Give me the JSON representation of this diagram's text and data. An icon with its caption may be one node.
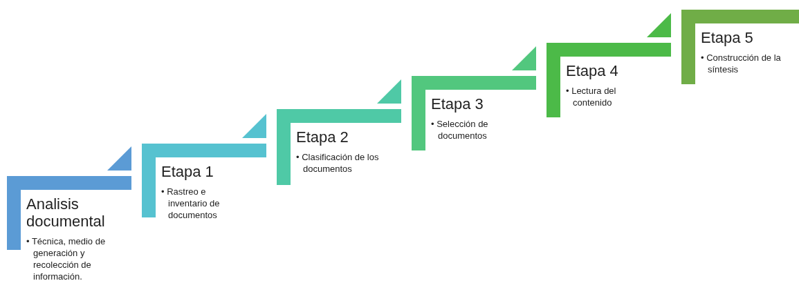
{
  "diagram": {
    "nodes": [
      {
        "text": [
          "Analisis documental",
          "• Técnica, medio de generación y recolección de información."
        ]
      },
      {
        "text": [
          "Etapa 1",
          "• Rastreo e inventario de documentos"
        ]
      },
      {
        "text": [
          "Etapa 2",
          "• Clasificación de los documentos"
        ]
      },
      {
        "text": [
          "Etapa 3",
          "• Selección de documentos"
        ]
      },
      {
        "text": [
          "Etapa 4",
          "• Lectura del contenido"
        ]
      },
      {
        "text": [
          "Etapa 5",
          "• Construcción de la síntesis"
        ]
      }
    ]
  }
}
